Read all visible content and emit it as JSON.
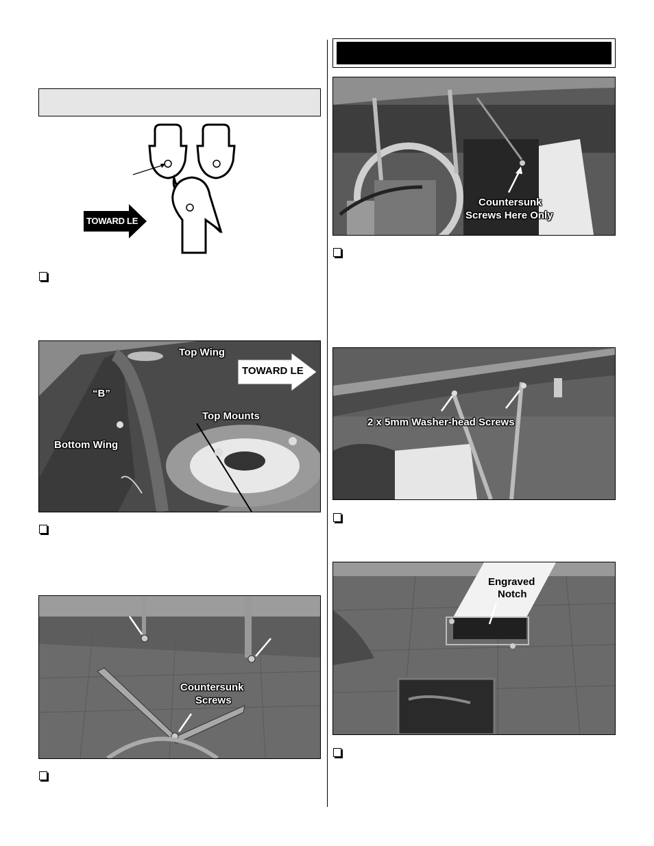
{
  "left": {
    "header_box_text": "",
    "diagram": {
      "toward_le_label": "TOWARD LE"
    },
    "photo_wing": {
      "labels": {
        "top_wing": "Top Wing",
        "toward_le": "TOWARD LE",
        "b": "“B”",
        "bottom_wing": "Bottom Wing",
        "top_mounts": "Top Mounts"
      }
    },
    "photo_screws": {
      "labels": {
        "countersunk": "Countersunk",
        "screws": "Screws"
      }
    }
  },
  "right": {
    "header_bar_text": "",
    "photo_cabane": {
      "labels": {
        "line1": "Countersunk",
        "line2": "Screws Here Only"
      }
    },
    "photo_washer": {
      "labels": {
        "screws": "2 x 5mm Washer-head Screws"
      }
    },
    "photo_notch": {
      "labels": {
        "line1": "Engraved",
        "line2": "Notch"
      }
    }
  },
  "colors": {
    "header_box_bg": "#e6e6e6",
    "bar_bg": "#000000",
    "photo_bg": "#6d6d6d"
  }
}
